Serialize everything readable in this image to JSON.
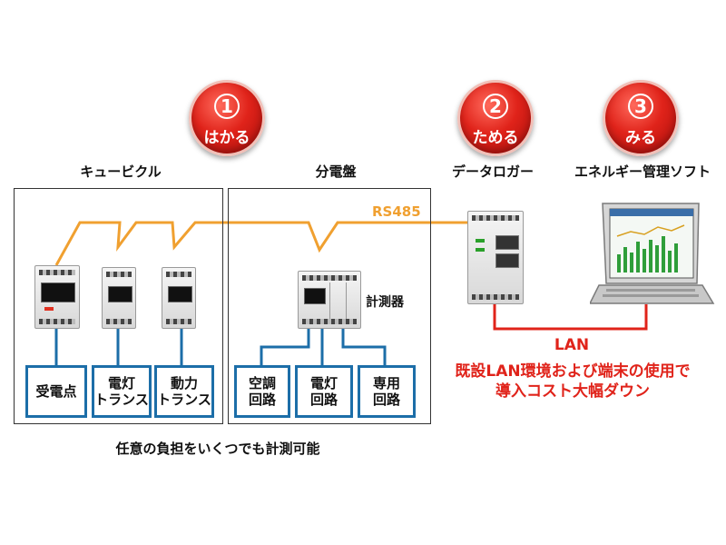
{
  "steps": [
    {
      "num": "1",
      "label": "はかる"
    },
    {
      "num": "2",
      "label": "ためる"
    },
    {
      "num": "3",
      "label": "みる"
    }
  ],
  "headings": {
    "cubicle": "キュービクル",
    "panel": "分電盤",
    "logger": "データロガー",
    "software": "エネルギー管理ソフト"
  },
  "labels": {
    "rs485": "RS485",
    "meter": "計測器",
    "lan": "LAN",
    "lan_note_1": "既設LAN環境および端末の使用で",
    "lan_note_2": "導入コスト大幅ダウン",
    "caption": "任意の負担をいくつでも計測可能"
  },
  "circuits": [
    {
      "line1": "受電点",
      "line2": ""
    },
    {
      "line1": "電灯",
      "line2": "トランス"
    },
    {
      "line1": "動力",
      "line2": "トランス"
    },
    {
      "line1": "空調",
      "line2": "回路"
    },
    {
      "line1": "電灯",
      "line2": "回路"
    },
    {
      "line1": "専用",
      "line2": "回路"
    }
  ],
  "colors": {
    "rs485_line": "#f0a030",
    "lan_line": "#e0231a",
    "circuit_border": "#1c6ea8",
    "badge": "#e0231a"
  }
}
